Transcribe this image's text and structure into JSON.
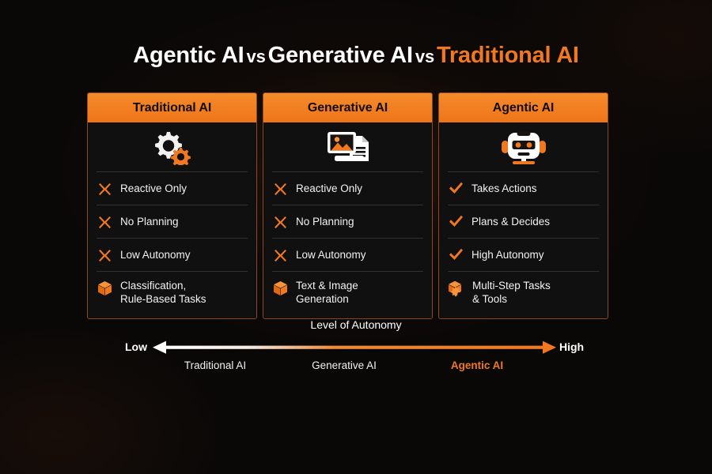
{
  "title": {
    "part1": "Agentic AI",
    "vs1": "vs",
    "part2": "Generative AI",
    "vs2": "vs",
    "part3": "Traditional AI"
  },
  "theme": {
    "accent": "#F07820",
    "header_bg": "#EE7518",
    "background": "#0a0807",
    "card_bg": "#111010",
    "card_border": "#8a4a20",
    "text": "#ffffff"
  },
  "columns": [
    {
      "header": "Traditional AI",
      "icon": "gears-icon",
      "rows": [
        {
          "mark": "cross-icon",
          "label": "Reactive Only"
        },
        {
          "mark": "cross-icon",
          "label": "No Planning"
        },
        {
          "mark": "cross-icon",
          "label": "Low Autonomy"
        },
        {
          "mark": "box-icon",
          "label_line1": "Classification,",
          "label_line2": "Rule-Based Tasks"
        }
      ]
    },
    {
      "header": "Generative AI",
      "icon": "image-document-icon",
      "rows": [
        {
          "mark": "cross-icon",
          "label": "Reactive Only"
        },
        {
          "mark": "cross-icon",
          "label": "No Planning"
        },
        {
          "mark": "cross-icon",
          "label": "Low Autonomy"
        },
        {
          "mark": "box-icon",
          "label_line1": "Text & Image",
          "label_line2": "Generation"
        }
      ]
    },
    {
      "header": "Agentic AI",
      "icon": "robot-icon",
      "rows": [
        {
          "mark": "check-icon",
          "label": "Takes Actions"
        },
        {
          "mark": "check-icon",
          "label": "Plans & Decides"
        },
        {
          "mark": "check-icon",
          "label": "High Autonomy"
        },
        {
          "mark": "box-gear-icon",
          "label_line1": "Multi-Step Tasks",
          "label_line2": "& Tools"
        }
      ]
    }
  ],
  "scale": {
    "title": "Level of Autonomy",
    "low": "Low",
    "high": "High",
    "labels": [
      "Traditional AI",
      "Generative AI",
      "Agentic AI"
    ]
  }
}
